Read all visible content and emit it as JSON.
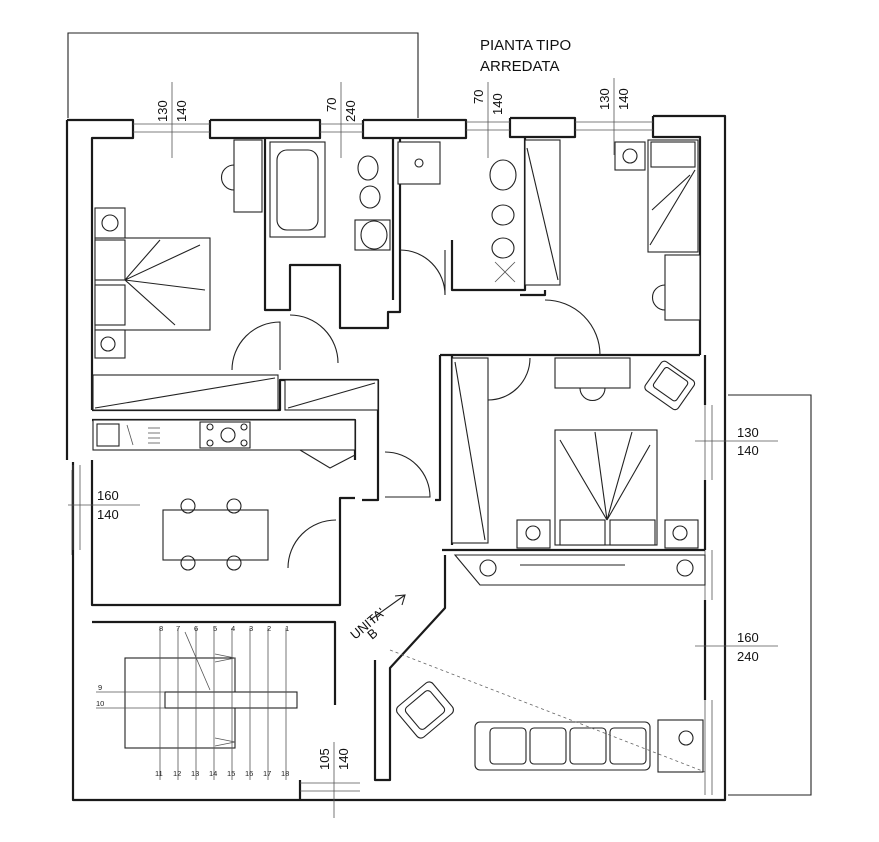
{
  "title": {
    "line1": "PIANTA TIPO",
    "line2": "ARREDATA"
  },
  "window_dims": {
    "bedroom_left": {
      "top": "130",
      "bottom": "140"
    },
    "bath_1": {
      "top": "70",
      "bottom": "240"
    },
    "bath_2": {
      "top": "70",
      "bottom": "140"
    },
    "bedroom_right": {
      "top": "130",
      "bottom": "140"
    },
    "kitchen": {
      "top": "160",
      "bottom": "140"
    },
    "bedroom_middle": {
      "top": "130",
      "bottom": "140"
    },
    "living": {
      "top": "160",
      "bottom": "240"
    },
    "stair": {
      "top": "105",
      "bottom": "140"
    }
  },
  "unit_label": {
    "line1": "UNITA'",
    "line2": "B"
  },
  "stair_numbers": {
    "top": [
      "8",
      "7",
      "6",
      "5",
      "4",
      "3",
      "2",
      "1"
    ],
    "middle": [
      "9",
      "10"
    ],
    "bottom": [
      "11",
      "12",
      "13",
      "14",
      "15",
      "16",
      "17",
      "18"
    ]
  }
}
